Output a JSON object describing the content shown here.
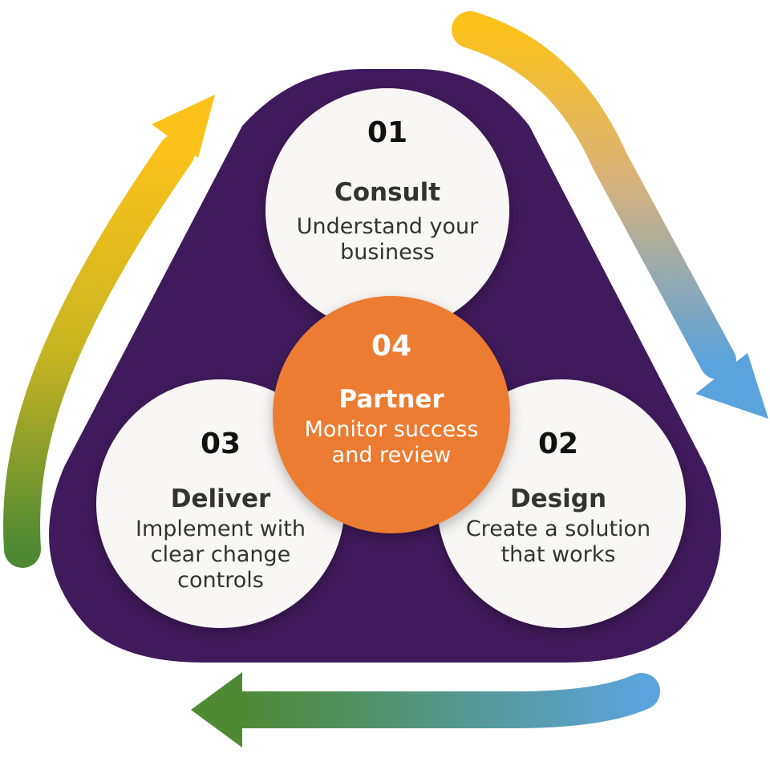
{
  "colors": {
    "purple": "#3F1A5C",
    "orange": "#EC7B30",
    "circle_fill": "#F8F7F5",
    "yellow": "#FBC21A",
    "blue": "#5BA3DC",
    "green": "#4E8A34"
  },
  "steps": [
    {
      "num": "01",
      "title": "Consult",
      "desc": [
        "Understand your",
        "business"
      ]
    },
    {
      "num": "02",
      "title": "Design",
      "desc": [
        "Create a solution",
        "that works"
      ]
    },
    {
      "num": "03",
      "title": "Deliver",
      "desc": [
        "Implement with",
        "clear change",
        "controls"
      ]
    },
    {
      "num": "04",
      "title": "Partner",
      "desc": [
        "Monitor success",
        "and review"
      ]
    }
  ]
}
